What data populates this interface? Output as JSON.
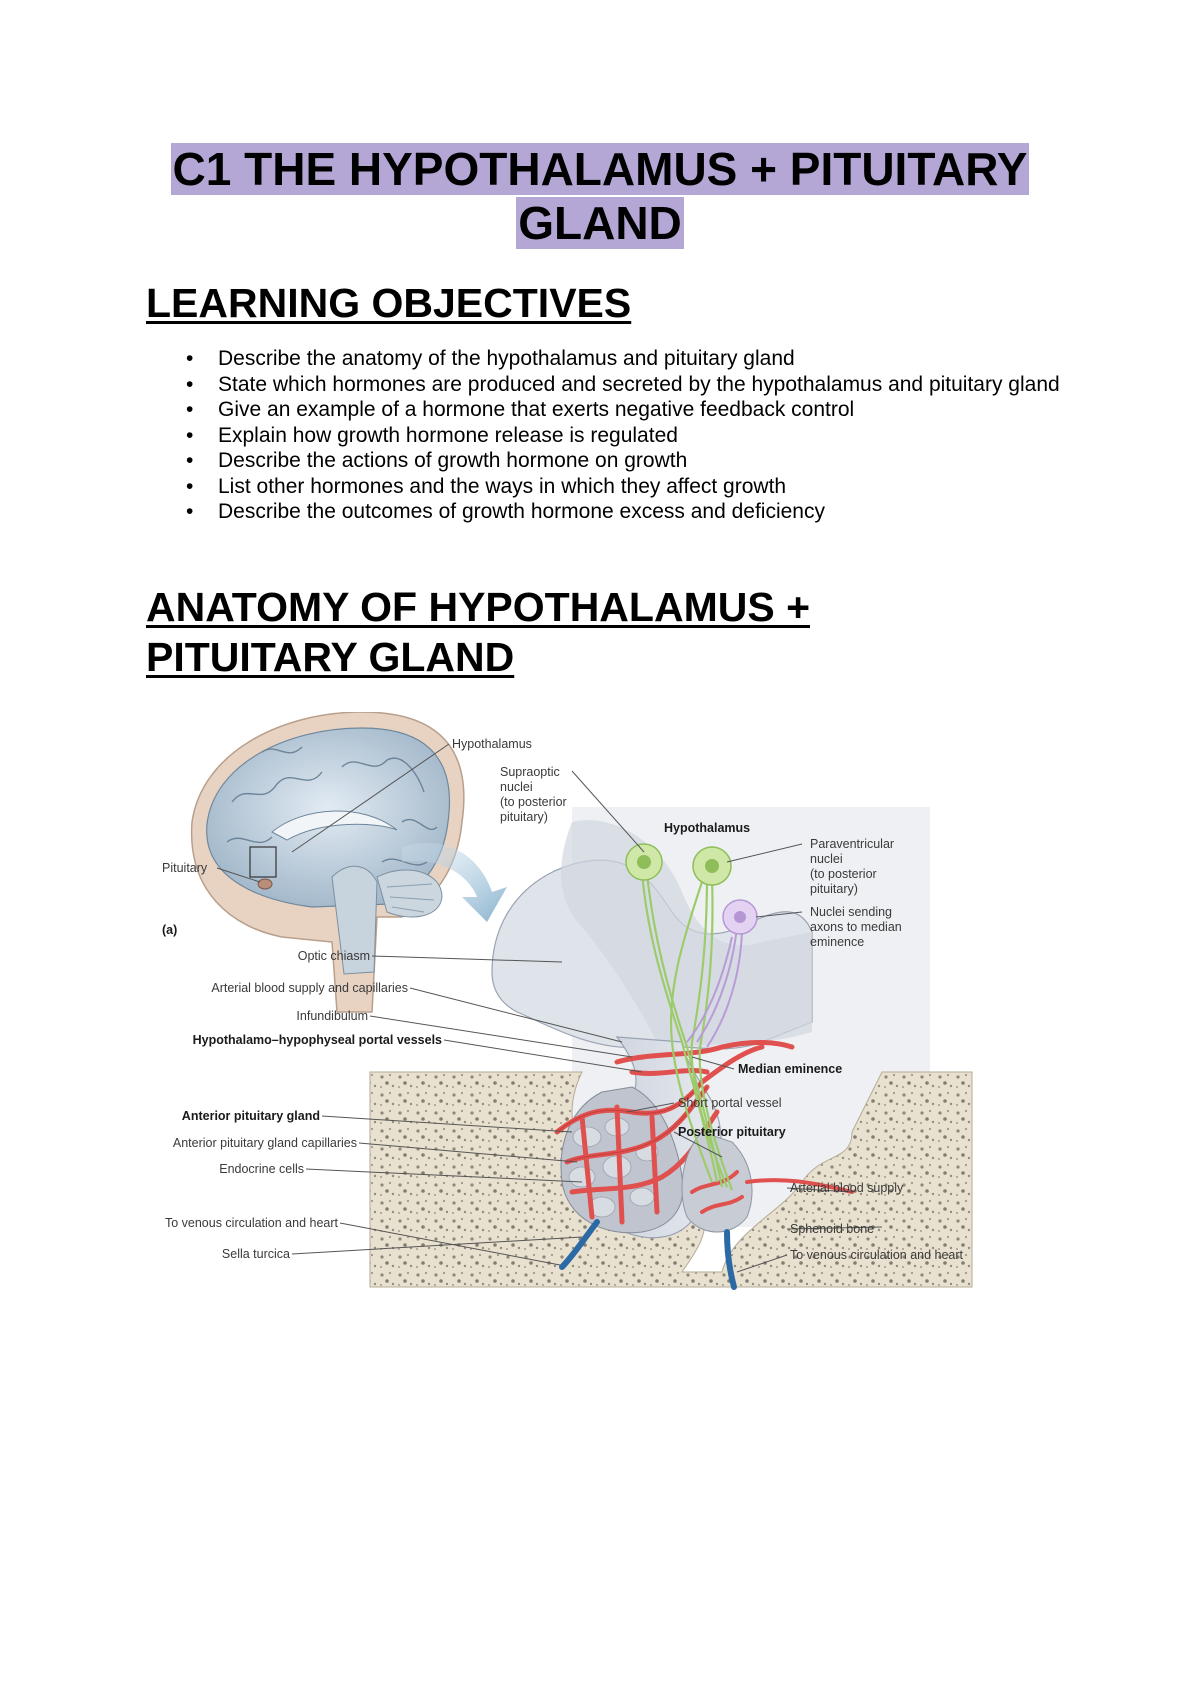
{
  "title": {
    "line1": "C1 THE HYPOTHALAMUS + PITUITARY",
    "line2": "GLAND"
  },
  "learning_objectives": {
    "heading": "LEARNING OBJECTIVES",
    "items": [
      "Describe the anatomy of the hypothalamus and pituitary gland",
      "State which hormones are produced and secreted by the hypothalamus and pituitary gland",
      "Give an example of a hormone that exerts negative feedback control",
      "Explain how growth hormone release is regulated",
      "Describe the actions of growth hormone on growth",
      "List other hormones and the ways in which they affect growth",
      "Describe the outcomes of growth hormone excess and deficiency"
    ]
  },
  "anatomy": {
    "heading_line1": "ANATOMY OF HYPOTHALAMUS +",
    "heading_line2": "PITUITARY GLAND"
  },
  "figure": {
    "panel_label": "(a)",
    "labels": {
      "hypothalamus_top": "Hypothalamus",
      "pituitary": "Pituitary",
      "supraoptic_1": "Supraoptic",
      "supraoptic_2": "nuclei",
      "supraoptic_3": "(to posterior",
      "supraoptic_4": "pituitary)",
      "hypothalamus_bold": "Hypothalamus",
      "paraventricular_1": "Paraventricular",
      "paraventricular_2": "nuclei",
      "paraventricular_3": "(to posterior",
      "paraventricular_4": "pituitary)",
      "nuclei_sending_1": "Nuclei sending",
      "nuclei_sending_2": "axons to median",
      "nuclei_sending_3": "eminence",
      "optic_chiasm": "Optic chiasm",
      "arterial_supply_capillaries": "Arterial blood supply and capillaries",
      "infundibulum": "Infundibulum",
      "portal_vessels": "Hypothalamo–hypophyseal portal vessels",
      "median_eminence": "Median eminence",
      "short_portal_vessel": "Short portal vessel",
      "anterior_pituitary_gland": "Anterior pituitary gland",
      "posterior_pituitary": "Posterior pituitary",
      "anterior_capillaries": "Anterior pituitary gland capillaries",
      "endocrine_cells": "Endocrine cells",
      "arterial_blood_supply": "Arterial blood supply",
      "venous_left": "To venous circulation and heart",
      "sphenoid_bone": "Sphenoid bone",
      "sella_turcica": "Sella turcica",
      "venous_right": "To venous circulation and heart"
    }
  }
}
